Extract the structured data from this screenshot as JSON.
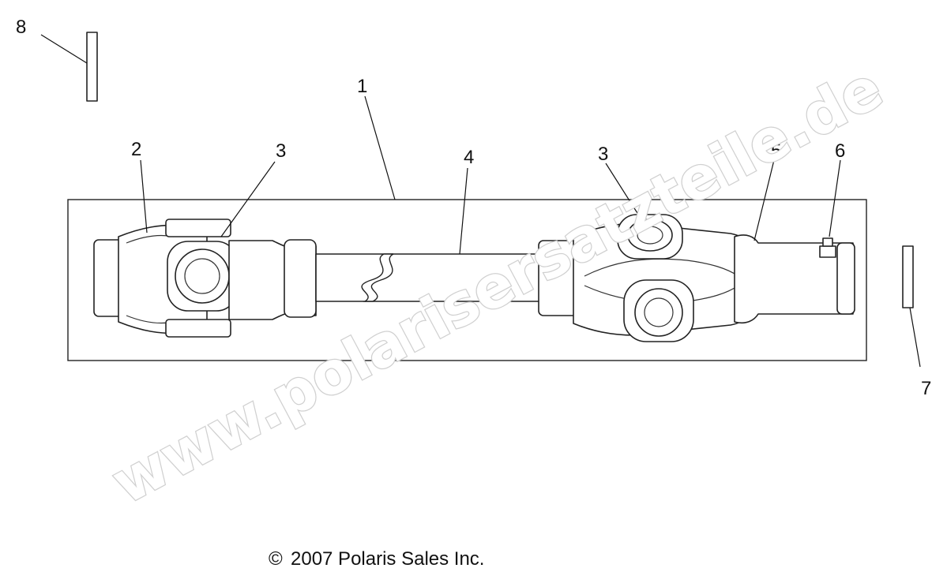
{
  "callouts": {
    "c1": "1",
    "c2": "2",
    "c3a": "3",
    "c3b": "3",
    "c4": "4",
    "c5": "5",
    "c6": "6",
    "c7": "7",
    "c8": "8"
  },
  "watermark": "www.polarisersatzteile.de",
  "copyright": {
    "symbol": "©",
    "text": "2007 Polaris Sales Inc."
  }
}
